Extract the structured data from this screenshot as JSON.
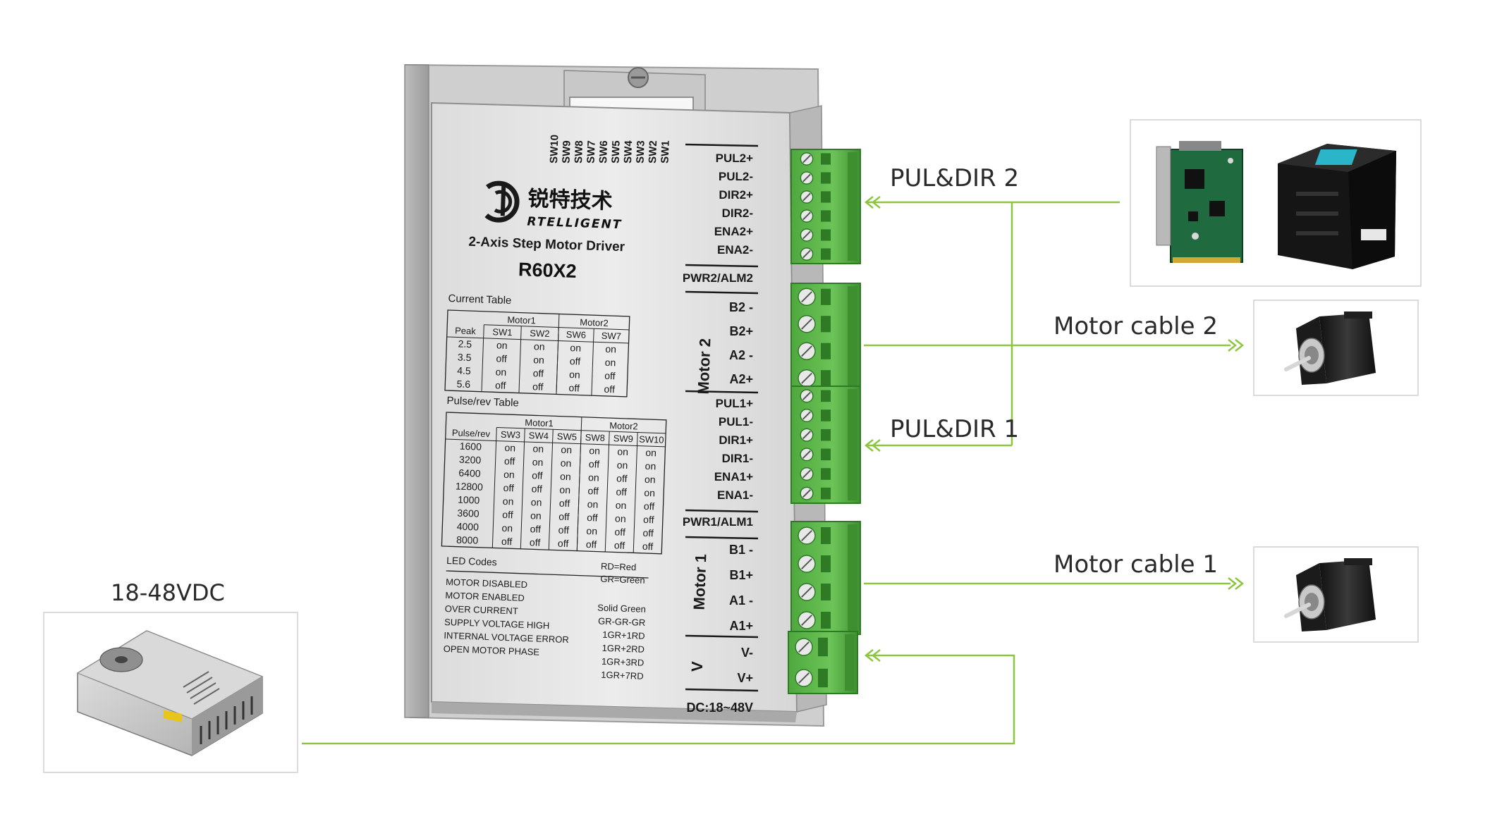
{
  "diagram": {
    "external_labels": {
      "pul_dir_2": "PUL&DIR 2",
      "pul_dir_1": "PUL&DIR 1",
      "motor_cable_2": "Motor cable 2",
      "motor_cable_1": "Motor cable 1",
      "power_supply": "18-48VDC"
    },
    "colors": {
      "connector_green": "#5cb84a",
      "line_green": "#8cc63f",
      "housing": "#e4e4e4"
    }
  },
  "driver": {
    "brand_cn": "锐特技术",
    "brand_en": "RTELLIGENT",
    "product_desc": "2-Axis Step Motor Driver",
    "model": "R60X2",
    "switch_labels": [
      "SW10",
      "SW9",
      "SW8",
      "SW7",
      "SW6",
      "SW5",
      "SW4",
      "SW3",
      "SW2",
      "SW1"
    ],
    "current_table": {
      "title": "Current Table",
      "group_motor1": "Motor1",
      "group_motor2": "Motor2",
      "headers": [
        "Peak",
        "SW1",
        "SW2",
        "SW6",
        "SW7"
      ],
      "rows": [
        [
          "2.5",
          "on",
          "on",
          "on",
          "on"
        ],
        [
          "3.5",
          "off",
          "on",
          "off",
          "on"
        ],
        [
          "4.5",
          "on",
          "off",
          "on",
          "off"
        ],
        [
          "5.6",
          "off",
          "off",
          "off",
          "off"
        ]
      ]
    },
    "pulse_table": {
      "title": "Pulse/rev Table",
      "group_motor1": "Motor1",
      "group_motor2": "Motor2",
      "headers": [
        "Pulse/rev",
        "SW3",
        "SW4",
        "SW5",
        "SW8",
        "SW9",
        "SW10"
      ],
      "rows": [
        [
          "1600",
          "on",
          "on",
          "on",
          "on",
          "on",
          "on"
        ],
        [
          "3200",
          "off",
          "on",
          "on",
          "off",
          "on",
          "on"
        ],
        [
          "6400",
          "on",
          "off",
          "on",
          "on",
          "off",
          "on"
        ],
        [
          "12800",
          "off",
          "off",
          "on",
          "off",
          "off",
          "on"
        ],
        [
          "1000",
          "on",
          "on",
          "off",
          "on",
          "on",
          "off"
        ],
        [
          "3600",
          "off",
          "on",
          "off",
          "off",
          "on",
          "off"
        ],
        [
          "4000",
          "on",
          "off",
          "off",
          "on",
          "off",
          "off"
        ],
        [
          "8000",
          "off",
          "off",
          "off",
          "off",
          "off",
          "off"
        ]
      ]
    },
    "led_codes": {
      "title": "LED Codes",
      "legend": [
        "RD=Red",
        "GR=Green"
      ],
      "rows": [
        [
          "MOTOR DISABLED",
          ""
        ],
        [
          "MOTOR ENABLED",
          "Solid Green"
        ],
        [
          "OVER CURRENT",
          "GR-GR-GR"
        ],
        [
          "SUPPLY VOLTAGE HIGH",
          "1GR+1RD"
        ],
        [
          "INTERNAL VOLTAGE ERROR",
          "1GR+2RD"
        ],
        [
          "OPEN MOTOR PHASE",
          "1GR+3RD"
        ],
        [
          "",
          "1GR+7RD"
        ]
      ]
    },
    "terminals": {
      "signal2": [
        "PUL2+",
        "PUL2-",
        "DIR2+",
        "DIR2-",
        "ENA2+",
        "ENA2-"
      ],
      "pwr2": "PWR2/ALM2",
      "motor2_title": "Motor 2",
      "motor2": [
        "B2 -",
        "B2+",
        "A2 -",
        "A2+"
      ],
      "signal1": [
        "PUL1+",
        "PUL1-",
        "DIR1+",
        "DIR1-",
        "ENA1+",
        "ENA1-"
      ],
      "pwr1": "PWR1/ALM1",
      "motor1_title": "Motor 1",
      "motor1": [
        "B1 -",
        "B1+",
        "A1 -",
        "A1+"
      ],
      "power_title": "V",
      "power": [
        "V-",
        "V+"
      ],
      "dc_label": "DC:18~48V"
    }
  }
}
